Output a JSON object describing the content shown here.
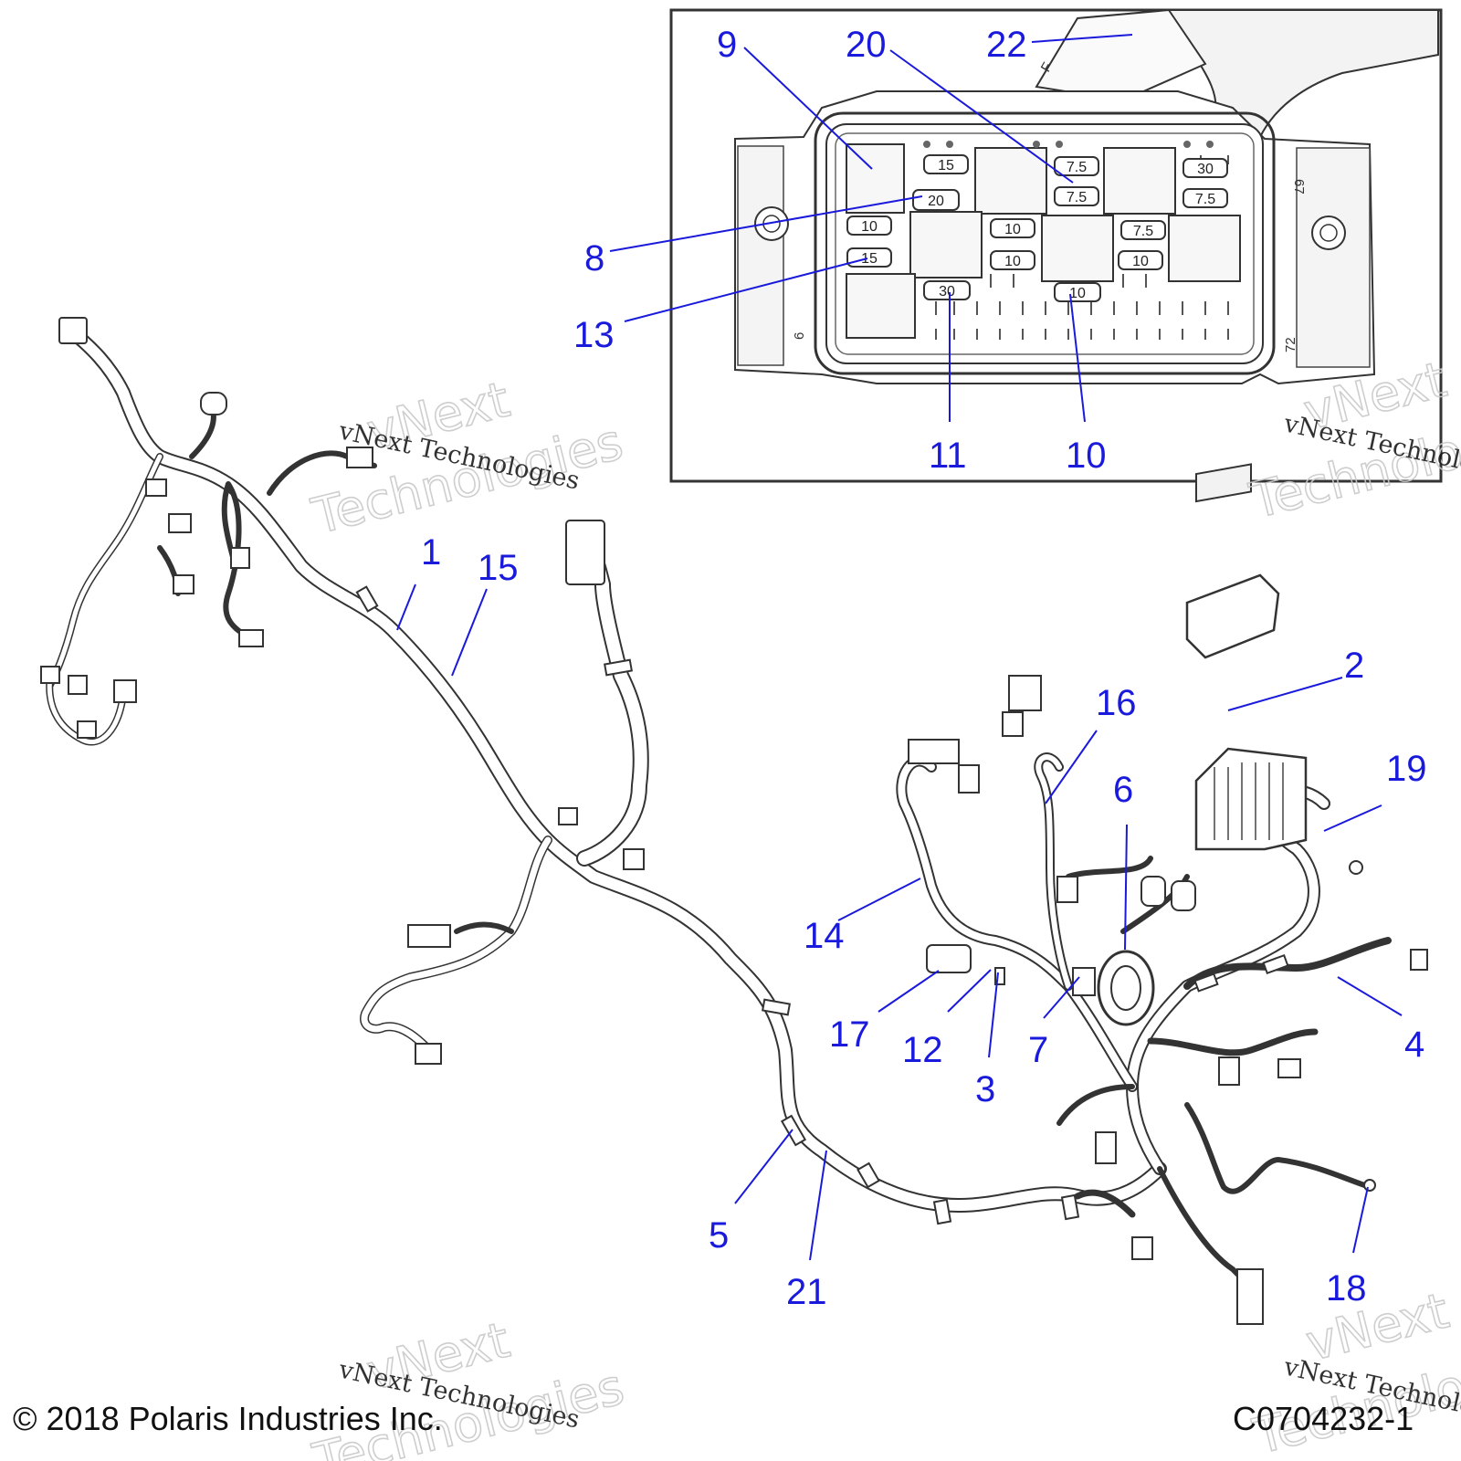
{
  "copyright": "© 2018 Polaris Industries Inc.",
  "drawing_number": "C0704232-1",
  "watermark_line1": "vNext Technologies",
  "watermark_line2a": "vNext",
  "watermark_line2b": "Technologies",
  "fuse_labels": [
    "15",
    "20",
    "7.5",
    "7.5",
    "30",
    "7.5",
    "10",
    "15",
    "10",
    "10",
    "10",
    "7.5",
    "10",
    "30",
    "10"
  ],
  "side_marks": [
    "67",
    "72",
    "6"
  ],
  "callouts": [
    "1",
    "2",
    "3",
    "4",
    "5",
    "6",
    "7",
    "8",
    "9",
    "10",
    "11",
    "12",
    "13",
    "14",
    "15",
    "16",
    "17",
    "18",
    "19",
    "20",
    "21",
    "22"
  ]
}
